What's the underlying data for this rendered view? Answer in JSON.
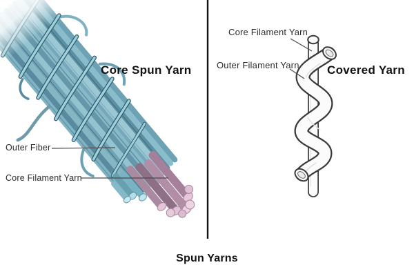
{
  "panels": {
    "core_spun": {
      "title": "Core Spun Yarn",
      "labels": {
        "outer_fiber": "Outer Fiber",
        "core_filament": "Core Filament Yarn"
      }
    },
    "covered": {
      "title": "Covered Yarn",
      "labels": {
        "core_filament": "Core Filament Yarn",
        "outer_filament": "Outer Filament Yarn"
      }
    }
  },
  "caption": "Spun Yarns",
  "colors": {
    "divider": "#141414",
    "label_text": "#2b2b2b",
    "title_text": "#111111",
    "leader_line": "#4a4a4a",
    "yarn_teal_mid": "#7fb0c2",
    "yarn_teal_light": "#a9d4de",
    "yarn_teal_dark": "#3a6c7e",
    "core_pink_mid": "#b28ea6",
    "core_pink_dark": "#8f6f86",
    "core_pink_cap": "#e5c9db",
    "tube_outline": "#3a3a3a",
    "tube_fill": "#fbfbfb"
  }
}
